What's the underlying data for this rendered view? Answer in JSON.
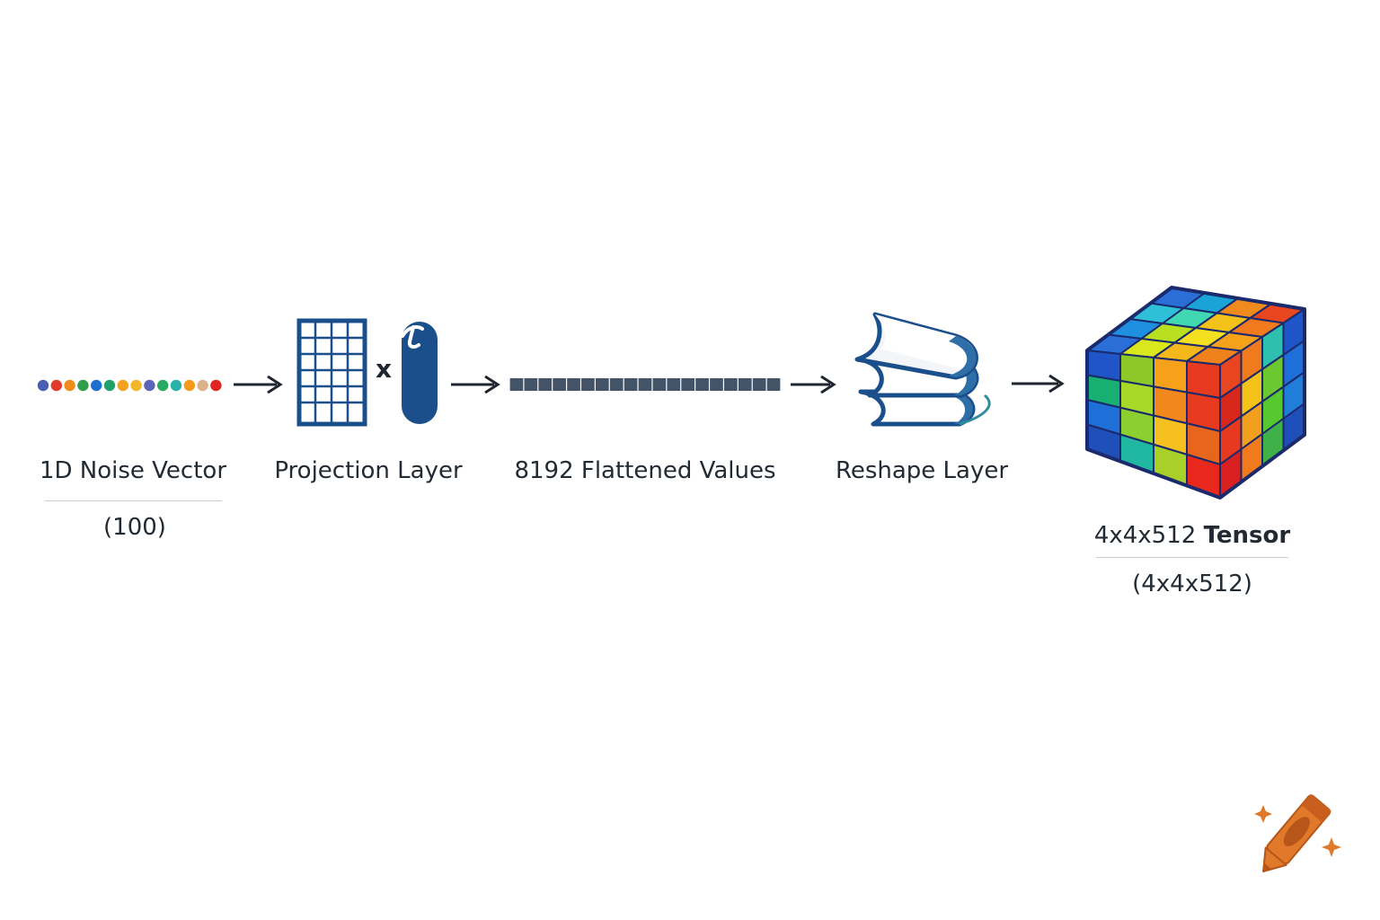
{
  "stages": [
    {
      "id": "noise",
      "label": "1D Noise Vector",
      "shape": "(100)"
    },
    {
      "id": "projection",
      "label": "Projection Layer",
      "operator": "x"
    },
    {
      "id": "flattened",
      "label": "8192 Flattened Values"
    },
    {
      "id": "reshape",
      "label": "Reshape Layer"
    },
    {
      "id": "tensor",
      "label_prefix": "4x4x512 ",
      "label_bold": "Tensor",
      "shape": "(4x4x512)"
    }
  ],
  "noise_dot_colors": [
    "#4a5fb0",
    "#e23b2e",
    "#f08c1c",
    "#2e9e4a",
    "#1e6fd0",
    "#22a06b",
    "#f3a21e",
    "#f1b62a",
    "#5a64b8",
    "#28a860",
    "#2bb0a8",
    "#f59a1a",
    "#d9b48a",
    "#e0241f"
  ],
  "colors": {
    "arrow": "#1f2630",
    "navy": "#1b4f8c",
    "flat_bar": "#445468",
    "crayon": "#e07a2a"
  },
  "icons": {
    "projection_matrix": "grid-matrix-icon",
    "projection_vector": "vector-pill-icon",
    "reshape": "stacked-books-icon",
    "tensor": "colored-cube-icon",
    "watermark": "crayon-icon"
  }
}
